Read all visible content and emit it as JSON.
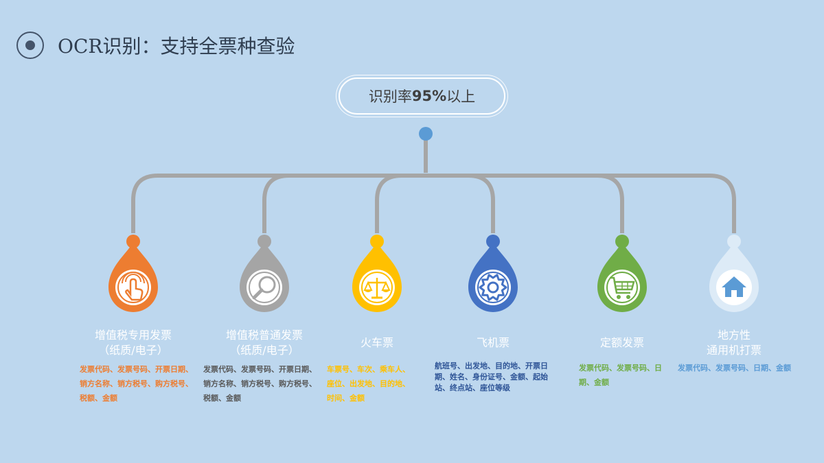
{
  "title": "OCR识别：支持全票种查验",
  "rate": {
    "prefix": "识别率",
    "value": "95%",
    "suffix": "以上"
  },
  "colors": {
    "background": "#bdd7ee",
    "connector": "#a6a6a6",
    "root_dot": "#5b9bd5"
  },
  "categories": [
    {
      "name_line1": "增值税专用发票",
      "name_line2": "（纸质/电子）",
      "description": "发票代码、发票号码、开票日期、销方名称、销方税号、购方税号、税额、金额",
      "color": "#ed7d31",
      "text_color": "#ed7d31",
      "icon": "hand-touch-icon"
    },
    {
      "name_line1": "增值税普通发票",
      "name_line2": "（纸质/电子）",
      "description": "发票代码、发票号码、开票日期、销方名称、销方税号、购方税号、税额、金额",
      "color": "#a5a5a5",
      "text_color": "#595959",
      "icon": "magnifier-icon"
    },
    {
      "name_line1": "火车票",
      "name_line2": "",
      "description": "车票号、车次、乘车人、座位、出发地、目的地、时间、金额",
      "color": "#ffc000",
      "text_color": "#ffc000",
      "icon": "scale-icon"
    },
    {
      "name_line1": "飞机票",
      "name_line2": "",
      "description": "航班号、出发地、目的地、开票日期、姓名、身份证号、金额、起始站、终点站、座位等级",
      "color": "#4472c4",
      "text_color": "#2f5597",
      "icon": "gear-icon"
    },
    {
      "name_line1": "定额发票",
      "name_line2": "",
      "description": "发票代码、发票号码、日期、金额",
      "color": "#70ad47",
      "text_color": "#70ad47",
      "icon": "cart-icon"
    },
    {
      "name_line1": "地方性",
      "name_line2": "通用机打票",
      "description": "发票代码、发票号码、日期、金额",
      "color": "#ddebf7",
      "text_color": "#5b9bd5",
      "icon": "home-icon"
    }
  ]
}
